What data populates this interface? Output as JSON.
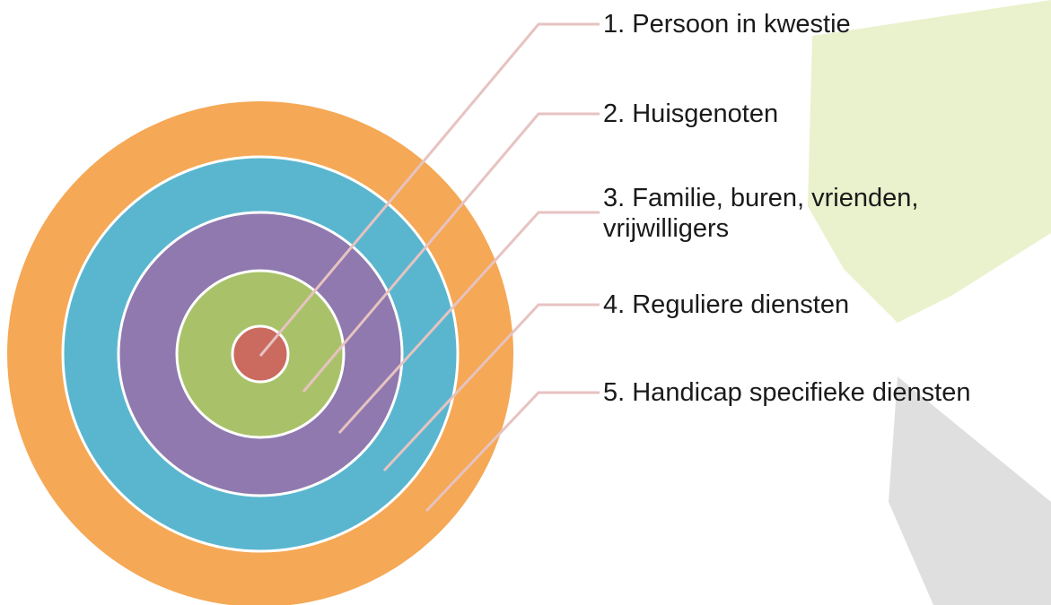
{
  "diagram": {
    "type": "concentric-rings",
    "rings": [
      {
        "label": "1. Persoon in kwestie",
        "color": "#cb6a5f"
      },
      {
        "label": "2. Huisgenoten",
        "color": "#a9c26a"
      },
      {
        "label": "3. Familie, buren, vrienden, vrijwilligers",
        "color": "#8f79ae"
      },
      {
        "label": "4. Reguliere diensten",
        "color": "#5ab6cf"
      },
      {
        "label": "5. Handicap specifieke diensten",
        "color": "#f5a855"
      }
    ],
    "ring_border_color": "#ffffff",
    "leader_line_color": "#e6c3c1",
    "watermark_colors": {
      "top": "#e6efc4",
      "bottom": "#d9d9d9"
    }
  }
}
